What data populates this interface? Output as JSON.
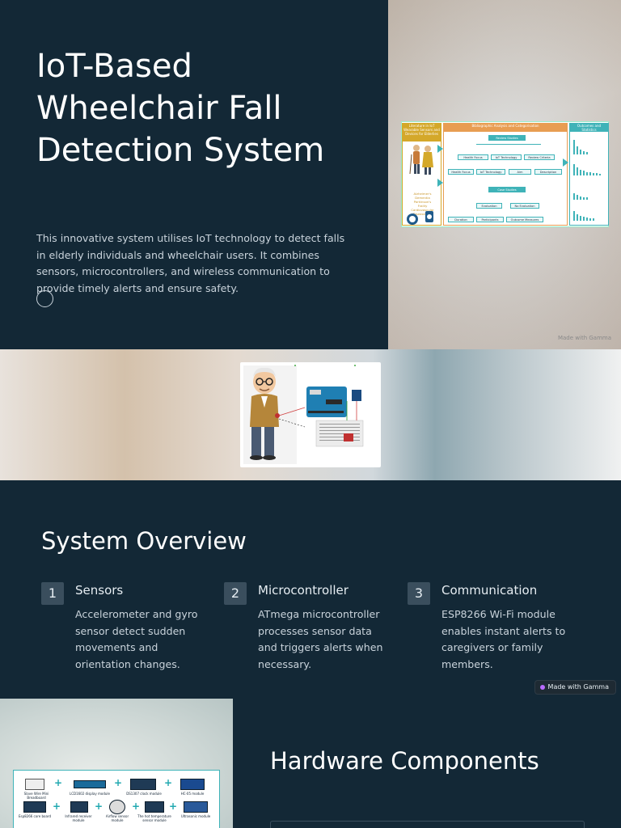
{
  "slide1": {
    "title": "IoT-Based Wheelchair Fall Detection System",
    "description": "This innovative system utilises IoT technology to detect falls in elderly individuals and wheelchair users. It combines sensors, microcontrollers, and wireless communication to provide timely alerts and ensure safety.",
    "diagram": {
      "col1_header": "Literature in IoT Wearable Sensors and Devices for Elderlies",
      "col1_labels": [
        "Alzheimer's",
        "Dementia",
        "Parkinson's",
        "Frailty",
        "Cardiovascular",
        "Disease etc."
      ],
      "col2_header": "Bibliographic Analysis and Categorisation",
      "col2_boxes": [
        "Review Studies",
        "Health Focus",
        "IoT Technology",
        "Review Criteria",
        "Health Focus",
        "IoT Technology",
        "Aim",
        "Description",
        "Case Studies",
        "Evaluation",
        "No Evaluation",
        "Duration",
        "Participants",
        "Outcome Measures"
      ],
      "col3_header": "Outcomes and Statistics"
    },
    "watermark": "Made with Gamma"
  },
  "slide3": {
    "title": "System Overview",
    "items": [
      {
        "num": "1",
        "title": "Sensors",
        "desc": "Accelerometer and gyro sensor detect sudden movements and orientation changes."
      },
      {
        "num": "2",
        "title": "Microcontroller",
        "desc": "ATmega microcontroller processes sensor data and triggers alerts when necessary."
      },
      {
        "num": "3",
        "title": "Communication",
        "desc": "ESP8266 Wi-Fi module enables instant alerts to caregivers or family members."
      }
    ],
    "badge": "Made with Gamma"
  },
  "slide4": {
    "title": "Hardware Components",
    "modules": [
      "Slave Wire Mini Breadboard",
      "LCD1602 display module",
      "DS1307 clock module",
      "HC-05 module",
      "Esp8266 core board",
      "Infrared receiver module",
      "Airflow sensor module",
      "The hot temperature sensor module",
      "Ultrasonic module"
    ]
  },
  "colors": {
    "background": "#132836",
    "accent": "#3fb3b8",
    "number_badge": "#3a4e5d",
    "text_light": "#c9d3db"
  }
}
